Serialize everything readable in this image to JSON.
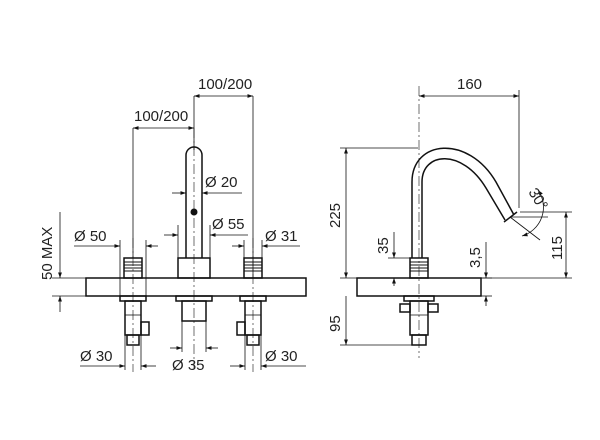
{
  "drawing": {
    "front_view": {
      "spacing_top": "100/200",
      "spacing_mid": "100/200",
      "spout_diameter": "Ø 20",
      "spout_base_diameter": "Ø 55",
      "handle_diameter_left": "Ø 50",
      "handle_diameter_right": "Ø 31",
      "deck_thickness_max": "50 MAX",
      "valve_diameter_left": "Ø 30",
      "spout_shank_diameter": "Ø 35",
      "valve_diameter_right": "Ø 30"
    },
    "side_view": {
      "reach": "160",
      "total_height": "225",
      "angle": "30°",
      "outlet_height": "115",
      "handle_height": "35",
      "rosette_height": "3,5",
      "below_deck": "95"
    }
  }
}
